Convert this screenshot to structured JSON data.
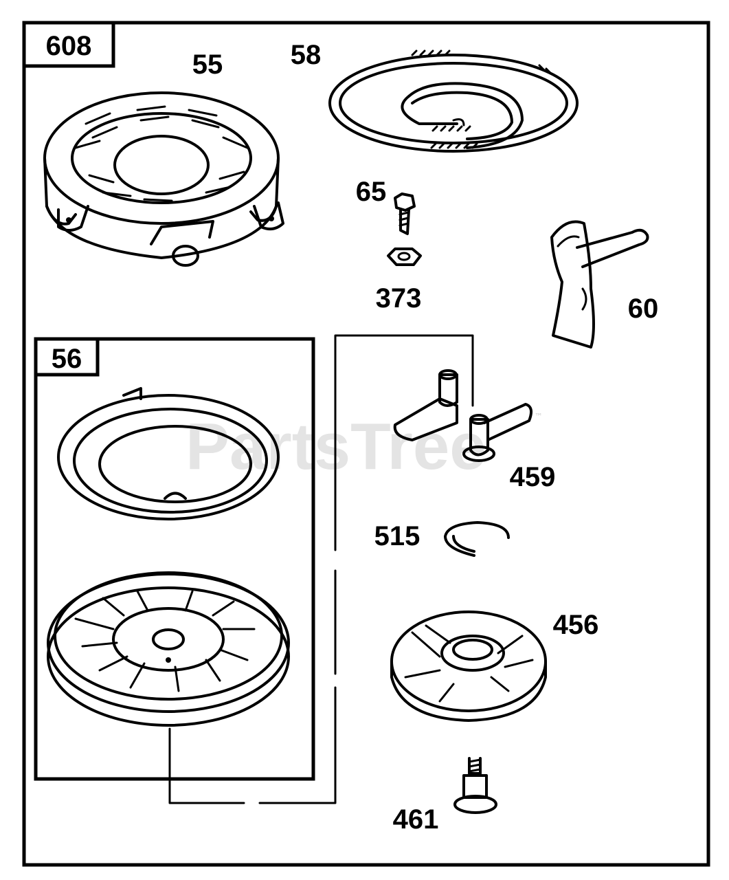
{
  "diagram": {
    "main_ref": "608",
    "sub_ref": "56",
    "watermark": "PartsTree",
    "watermark_tm": "™",
    "labels": {
      "p55": "55",
      "p58": "58",
      "p65": "65",
      "p373": "373",
      "p60": "60",
      "p459": "459",
      "p515": "515",
      "p456": "456",
      "p461": "461"
    },
    "colors": {
      "line": "#000000",
      "background": "#ffffff",
      "watermark": "#cfcfcf"
    }
  }
}
